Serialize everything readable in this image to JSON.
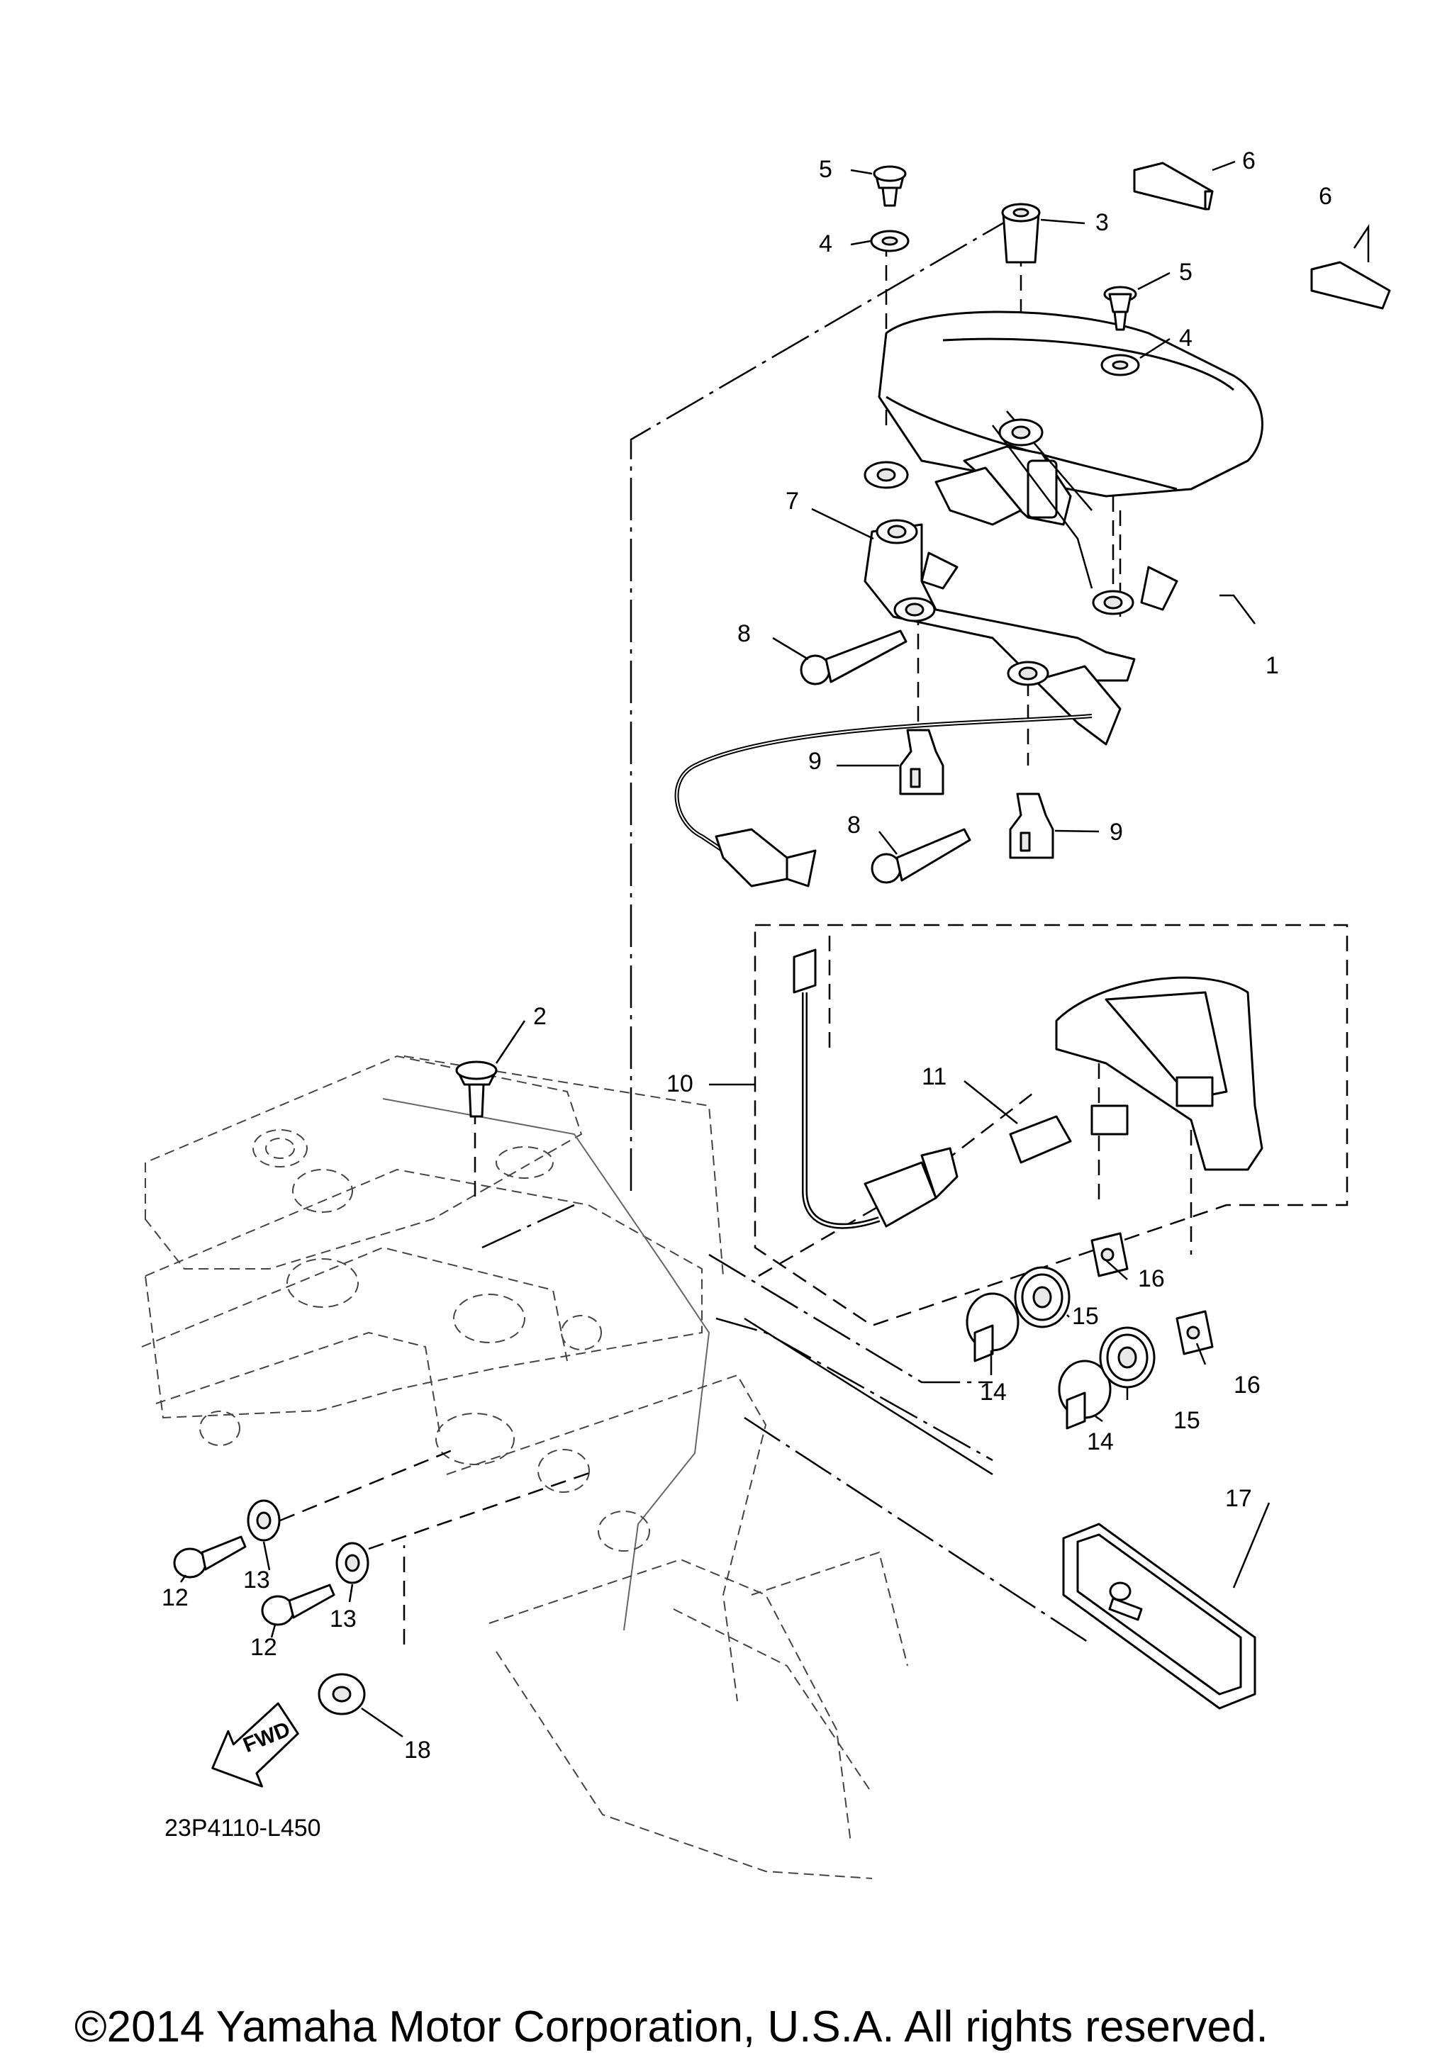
{
  "callouts": [
    {
      "id": "1",
      "text": "1"
    },
    {
      "id": "2",
      "text": "2"
    },
    {
      "id": "3",
      "text": "3"
    },
    {
      "id": "4a",
      "text": "4"
    },
    {
      "id": "4b",
      "text": "4"
    },
    {
      "id": "5a",
      "text": "5"
    },
    {
      "id": "5b",
      "text": "5"
    },
    {
      "id": "6a",
      "text": "6"
    },
    {
      "id": "6b",
      "text": "6"
    },
    {
      "id": "7",
      "text": "7"
    },
    {
      "id": "8a",
      "text": "8"
    },
    {
      "id": "8b",
      "text": "8"
    },
    {
      "id": "9a",
      "text": "9"
    },
    {
      "id": "9b",
      "text": "9"
    },
    {
      "id": "10",
      "text": "10"
    },
    {
      "id": "11",
      "text": "11"
    },
    {
      "id": "12a",
      "text": "12"
    },
    {
      "id": "12b",
      "text": "12"
    },
    {
      "id": "13a",
      "text": "13"
    },
    {
      "id": "13b",
      "text": "13"
    },
    {
      "id": "14a",
      "text": "14"
    },
    {
      "id": "14b",
      "text": "14"
    },
    {
      "id": "15a",
      "text": "15"
    },
    {
      "id": "15b",
      "text": "15"
    },
    {
      "id": "16a",
      "text": "16"
    },
    {
      "id": "16b",
      "text": "16"
    },
    {
      "id": "17",
      "text": "17"
    },
    {
      "id": "18",
      "text": "18"
    }
  ],
  "fwd_arrow_label": "FWD",
  "diagram_code": "23P4110-L450",
  "copyright": "©2014 Yamaha Motor Corporation, U.S.A. All rights reserved."
}
